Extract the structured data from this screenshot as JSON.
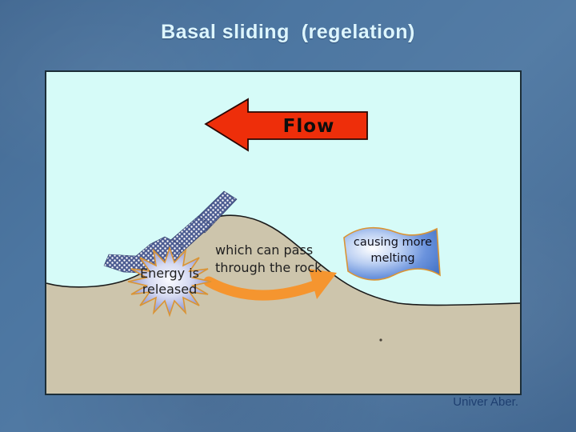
{
  "slide": {
    "title": "Basal sliding  (regelation)",
    "credit": "Univer Aber."
  },
  "diagram": {
    "flow_label": "Flow",
    "energy_burst": {
      "line1": "Energy is",
      "line2": "released"
    },
    "pass_note": {
      "line1": "which can pass",
      "line2": "through the rock"
    },
    "melting_banner": {
      "line1": "causing more",
      "line2": "melting"
    },
    "colors": {
      "slide_background": "#4c76a1",
      "title_text": "#ddf6ff",
      "credit_text": "#1e3f70",
      "sky": "#d6fbf8",
      "rock": "#cdc5ac",
      "rock_outline": "#1a1a1a",
      "flow_arrow": "#ee2e0a",
      "heat_arrow": "#f5952f",
      "ice_band": "#4d5d92",
      "starburst_edge": "#868ec6",
      "banner_fill": "#4472c4",
      "outline_orange": "#da9434"
    }
  }
}
